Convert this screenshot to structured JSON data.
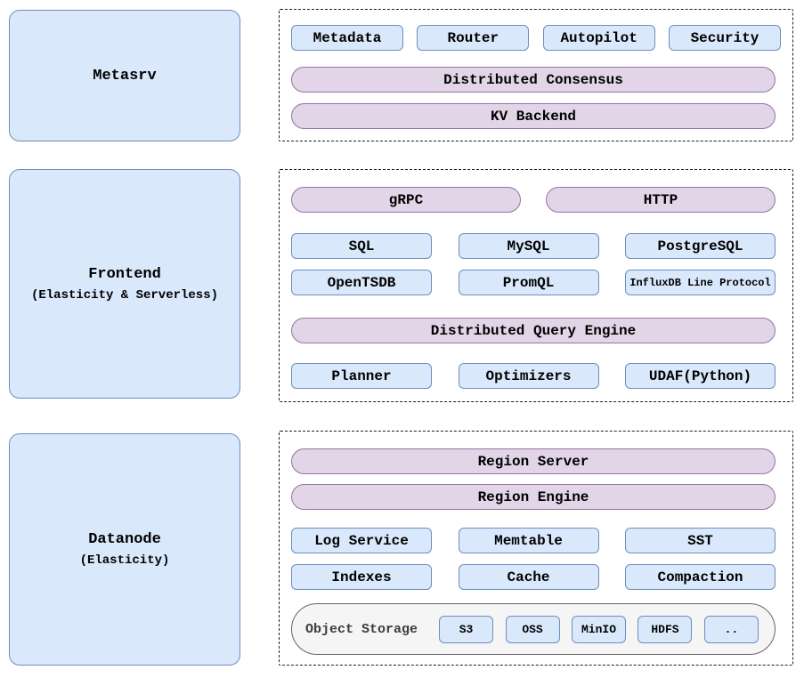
{
  "colors": {
    "node_fill": "#dae8fc",
    "node_stroke": "#6c8ebf",
    "layer_fill": "#e1d5e7",
    "layer_stroke": "#9673a6",
    "storage_fill": "#f5f5f5",
    "storage_stroke": "#666666",
    "panel_stroke": "#1f1f1f",
    "text": "#000000"
  },
  "metasrv": {
    "title": "Metasrv",
    "modules": [
      "Metadata",
      "Router",
      "Autopilot",
      "Security"
    ],
    "layers": [
      "Distributed Consensus",
      "KV Backend"
    ]
  },
  "frontend": {
    "title": "Frontend",
    "subtitle": "(Elasticity & Serverless)",
    "entry_layers": [
      "gRPC",
      "HTTP"
    ],
    "protocols": [
      "SQL",
      "MySQL",
      "PostgreSQL",
      "OpenTSDB",
      "PromQL",
      "InfluxDB Line Protocol"
    ],
    "query_layer": "Distributed Query Engine",
    "query_modules": [
      "Planner",
      "Optimizers",
      "UDAF(Python)"
    ]
  },
  "datanode": {
    "title": "Datanode",
    "subtitle": "(Elasticity)",
    "layers": [
      "Region Server",
      "Region Engine"
    ],
    "modules": [
      "Log Service",
      "Memtable",
      "SST",
      "Indexes",
      "Cache",
      "Compaction"
    ],
    "object_storage": {
      "label": "Object Storage",
      "backends": [
        "S3",
        "OSS",
        "MinIO",
        "HDFS",
        ".."
      ]
    }
  }
}
